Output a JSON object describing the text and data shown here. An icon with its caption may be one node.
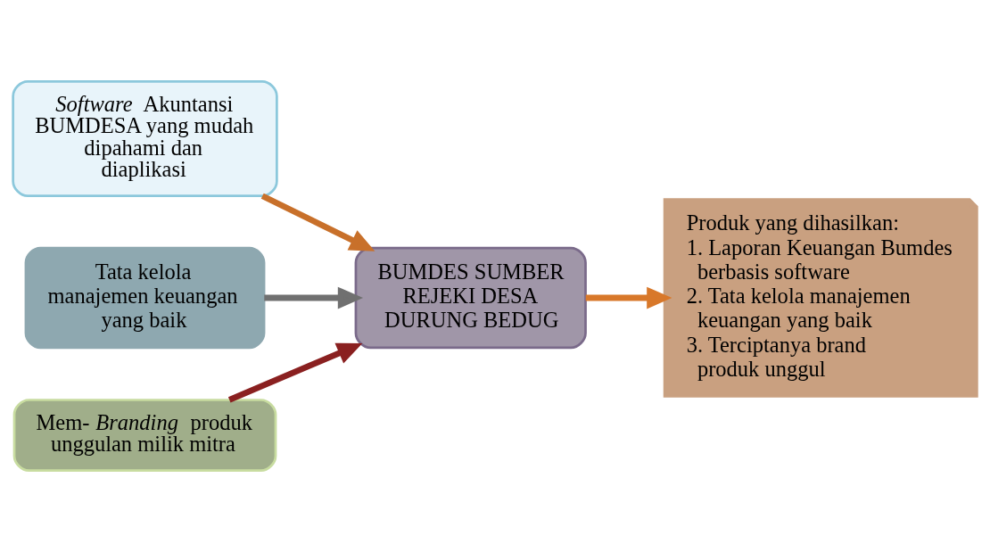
{
  "diagram": {
    "nodes": [
      {
        "text": [
          "*Software* Akuntansi BUMDESA yang mudah dipahami dan diaplikasi"
        ]
      },
      {
        "text": [
          "BUMDES SUMBER REJEKI DESA DURUNG BEDUG"
        ]
      },
      {
        "text": [
          "Produk yang dihasilkan:",
          "1. Laporan Keuangan Bumdes berbasis software",
          "2. Tata kelola manajemen keuangan yang baik",
          "3. Terciptanya brand produk unggul"
        ]
      },
      {
        "text": [
          "Tata kelola manajemen keuangan yang baik"
        ]
      },
      {
        "text": [
          "Mem- *Branding* produk unggulan milik mitra"
        ]
      }
    ],
    "edges": [
      {
        "from": 0,
        "to": 1,
        "arrow": "to",
        "color": "#c8702a"
      },
      {
        "from": 3,
        "to": 1,
        "arrow": "to",
        "color": "#707070"
      },
      {
        "from": 1,
        "to": 2,
        "arrow": "to",
        "color": "#d8782a"
      },
      {
        "from": 4,
        "to": 1,
        "arrow": "to",
        "color": "#8a2020"
      }
    ]
  }
}
